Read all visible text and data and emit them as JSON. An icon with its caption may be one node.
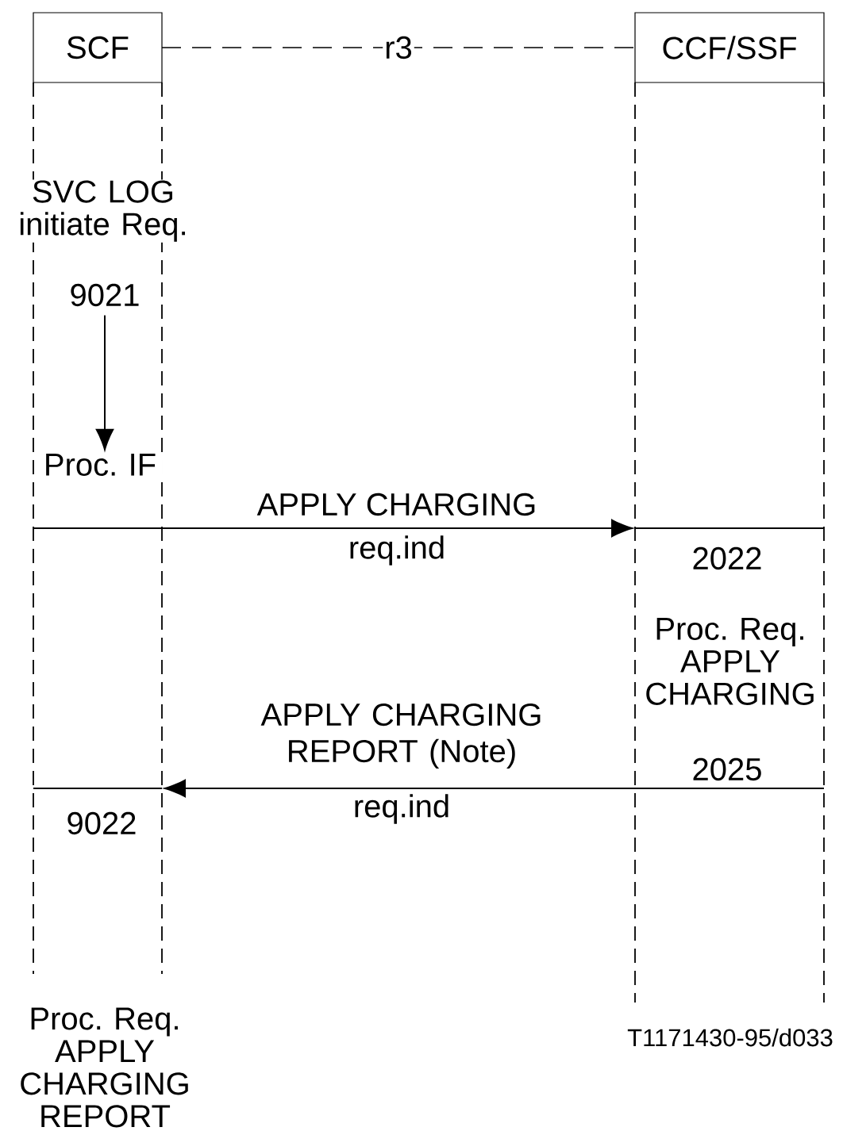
{
  "diagram": {
    "nodes": [
      {
        "text": [
          "SCF"
        ]
      },
      {
        "text": [
          "CCF/SSF"
        ]
      },
      {
        "text": [
          "SVC LOG initiate Req."
        ]
      },
      {
        "text": [
          "9021"
        ],
        "in": 0
      },
      {
        "text": [
          "Proc. IF"
        ],
        "in": 0
      },
      {
        "text": [
          "Proc. Req. APPLY CHARGING"
        ],
        "in": 1
      },
      {
        "text": [
          "Proc. Req. APPLY CHARGING REPORT"
        ]
      }
    ],
    "edges": [
      {
        "from": 0,
        "to": 1,
        "arrow": "none",
        "style": "dashed",
        "label": "r3"
      },
      {
        "from": 3,
        "to": 4,
        "arrow": "to"
      },
      {
        "from": 0,
        "to": 1,
        "arrow": "to",
        "label": "APPLY CHARGING"
      },
      {
        "from": 1,
        "to": 0,
        "arrow": "to",
        "label": "APPLY CHARGING REPORT (Note)"
      }
    ],
    "labels": [
      "req.ind",
      "2022",
      "2025",
      "req.ind",
      "9022",
      "T1171430-95/d033"
    ]
  }
}
